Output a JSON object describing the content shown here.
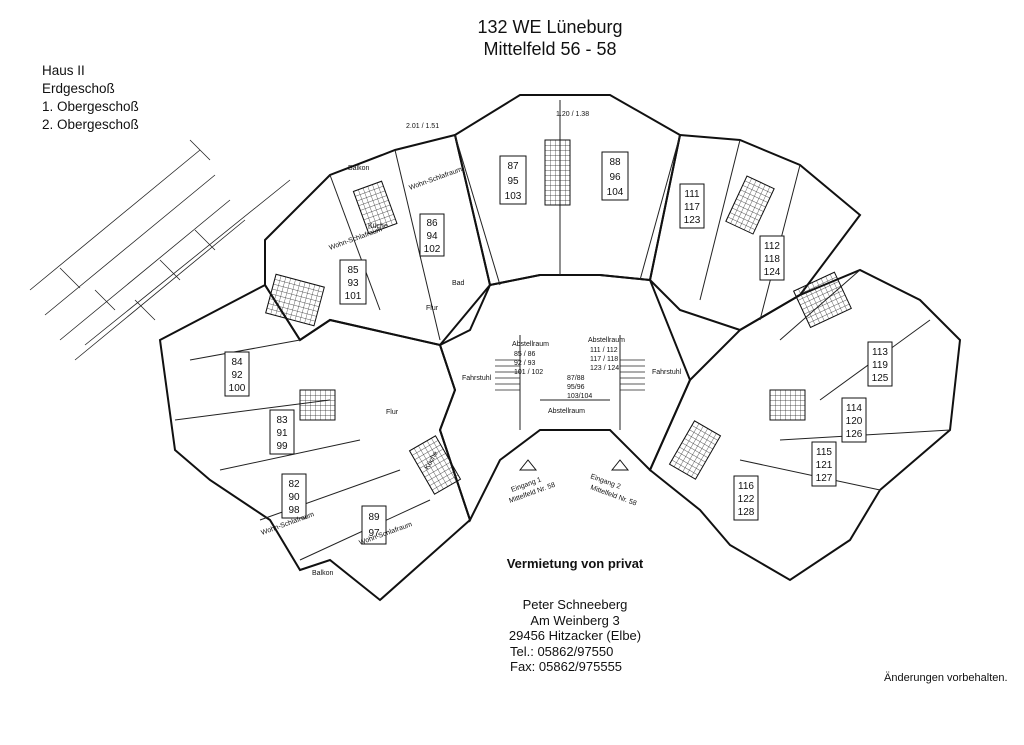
{
  "header": {
    "title_line1": "132 WE Lüneburg",
    "title_line2": "Mittelfeld 56 - 58"
  },
  "floors": [
    "Haus II",
    "Erdgeschoß",
    "1. Obergeschoß",
    "2. Obergeschoß"
  ],
  "plan": {
    "apartments": [
      {
        "numbers": [
          "87",
          "95",
          "103"
        ]
      },
      {
        "numbers": [
          "88",
          "96",
          "104"
        ]
      },
      {
        "numbers": [
          "86",
          "94",
          "102"
        ]
      },
      {
        "numbers": [
          "85",
          "93",
          "101"
        ]
      },
      {
        "numbers": [
          "84",
          "92",
          "100"
        ]
      },
      {
        "numbers": [
          "83",
          "91",
          "99"
        ]
      },
      {
        "numbers": [
          "82",
          "90",
          "98"
        ]
      },
      {
        "numbers": [
          "89",
          "97"
        ]
      },
      {
        "numbers": [
          "111",
          "117",
          "123"
        ]
      },
      {
        "numbers": [
          "112",
          "118",
          "124"
        ]
      },
      {
        "numbers": [
          "113",
          "119",
          "125"
        ]
      },
      {
        "numbers": [
          "114",
          "120",
          "126"
        ]
      },
      {
        "numbers": [
          "115",
          "121",
          "127"
        ]
      },
      {
        "numbers": [
          "116",
          "122",
          "128"
        ]
      }
    ],
    "labels": {
      "abstellraum_left": "Abstellraum",
      "abstellraum_left_nums": [
        "85 / 86",
        "92 / 93",
        "101 / 102"
      ],
      "abstellraum_right": "Abstellraum",
      "abstellraum_right_nums": [
        "111 / 112",
        "117 / 118",
        "123 / 124"
      ],
      "abstellraum_center_nums": [
        "87/88",
        "95/96",
        "103/104"
      ],
      "abstellraum_bottom": "Abstellraum",
      "fahrstuhl": "Fahrstuhl",
      "flur": "Flur",
      "balkon": "Balkon",
      "wohn_schlafraum": "Wohn-Schlafraum",
      "kueche": "Küche",
      "bad": "Bad",
      "eingang1_line1": "Eingang 1",
      "eingang1_line2": "Mittelfeld Nr. 58",
      "eingang2_line1": "Eingang 2",
      "eingang2_line2": "Mittelfeld Nr. 58",
      "dim_top": "1.20 / 1.38",
      "dim_left": "2.01 / 1.51"
    }
  },
  "contact": {
    "heading": "Vermietung von privat",
    "name": "Peter Schneeberg",
    "street": "Am Weinberg 3",
    "city": "29456 Hitzacker (Elbe)",
    "tel": "Tel.: 05862/97550",
    "fax": "Fax: 05862/975555"
  },
  "footnote": "Änderungen vorbehalten."
}
